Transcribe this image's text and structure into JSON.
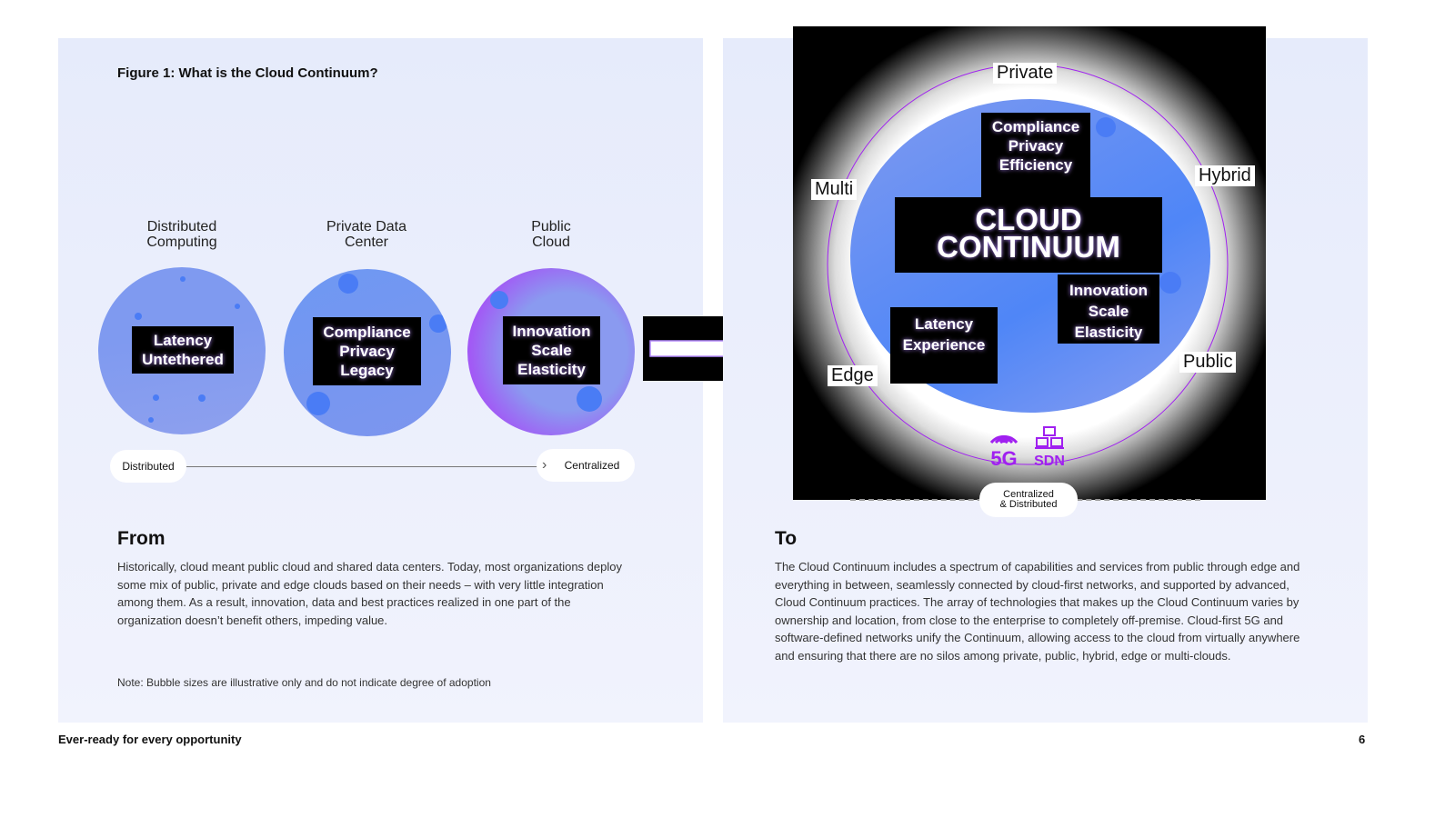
{
  "figure_title": "Figure 1: What is the Cloud Continuum?",
  "from": {
    "columns": [
      {
        "label": "Distributed\nComputing",
        "tag": "Latency\nUntethered"
      },
      {
        "label": "Private Data\nCenter",
        "tag": "Compliance\nPrivacy\nLegacy"
      },
      {
        "label": "Public\nCloud",
        "tag": "Innovation\nScale\nElasticity"
      }
    ],
    "axis_start": "Distributed",
    "axis_end": "Centralized",
    "heading": "From",
    "body": "Historically, cloud meant public cloud and shared data centers. Today, most organizations deploy some mix of public, private and edge clouds based on their needs – with very little integration among them. As a result, innovation, data and best practices realized in one part of the organization doesn’t benefit others, impeding value.",
    "note": "Note: Bubble sizes are illustrative only and do not indicate degree of adoption"
  },
  "to": {
    "title": "CLOUD\nCONTINUUM",
    "tags": {
      "top": "Compliance\nPrivacy\nEfficiency",
      "left": "Latency\nExperience",
      "right": "Innovation\nScale\nElasticity"
    },
    "ring_labels": {
      "private": "Private",
      "hybrid": "Hybrid",
      "public": "Public",
      "edge": "Edge",
      "multi": "Multi"
    },
    "icons": {
      "fiveg": "5G",
      "sdn": "SDN"
    },
    "axis_label": "Centralized\n& Distributed",
    "heading": "To",
    "body": "The Cloud Continuum includes a spectrum of capabilities and services from public through edge and everything in between, seamlessly connected by cloud-first networks, and supported by advanced, Cloud Continuum practices. The array of technologies that makes up the Cloud Continuum varies by ownership and location, from close to the enterprise to completely off-premise. Cloud-first 5G and software-defined networks unify the Continuum, allowing access to the cloud from virtually anywhere and ensuring that there are no silos among private, public, hybrid, edge or multi-clouds."
  },
  "footer": {
    "title": "Ever-ready for every opportunity",
    "page": "6"
  },
  "colors": {
    "accent": "#a020f0",
    "blue": "#5b8af5"
  }
}
